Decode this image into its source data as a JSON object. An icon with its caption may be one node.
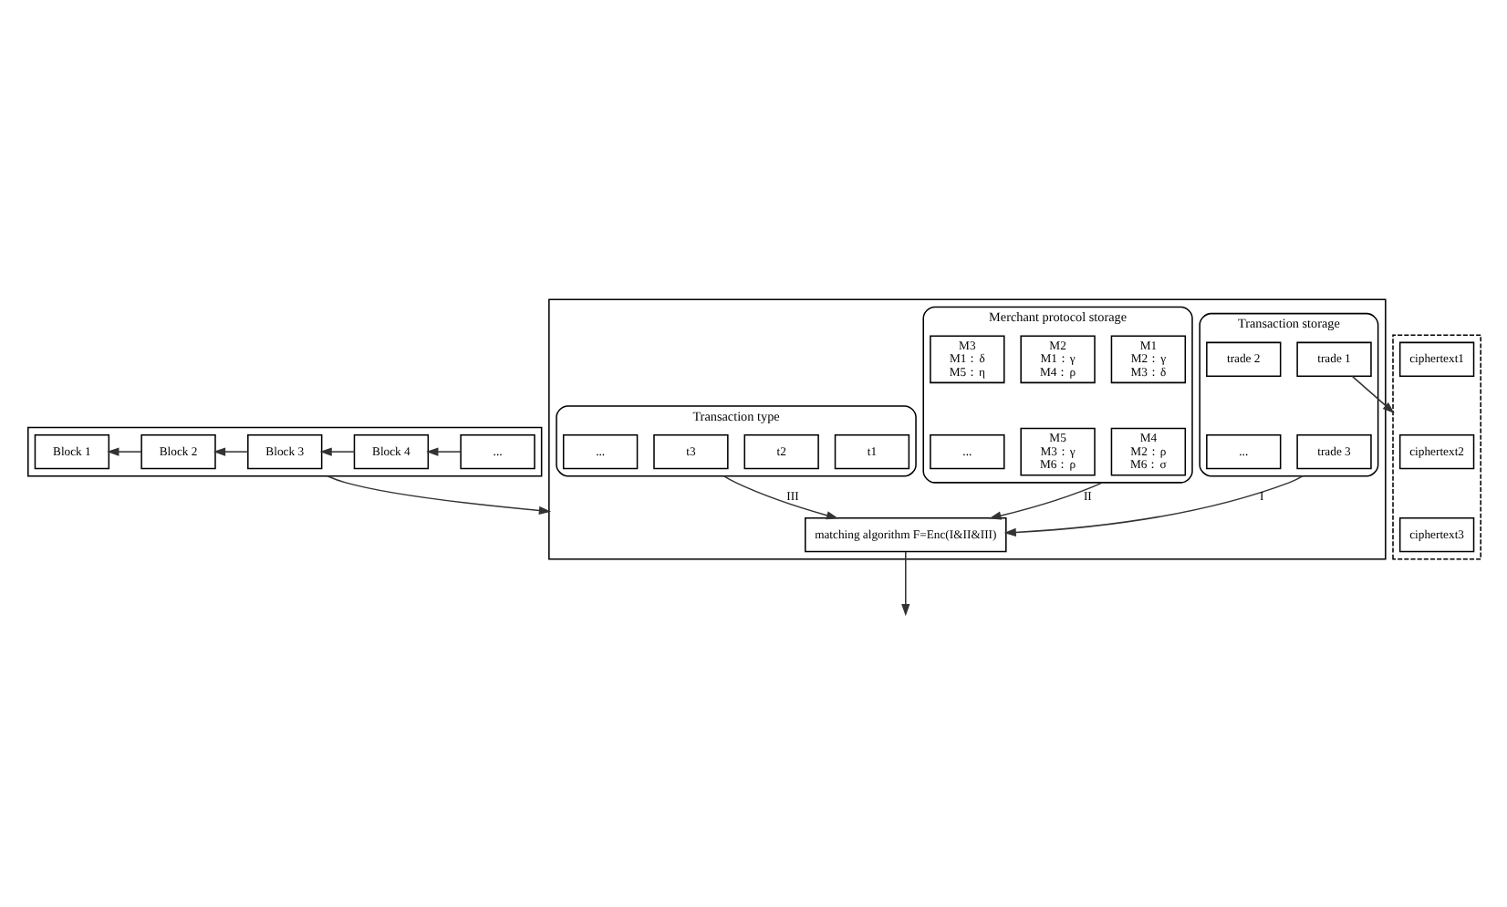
{
  "diagram": {
    "nodes": [
      {
        "text": [],
        "shape": "box"
      },
      {
        "text": [
          "Block 1"
        ],
        "in": 0
      },
      {
        "text": [
          "Block 2"
        ],
        "in": 0
      },
      {
        "text": [
          "Block 3"
        ],
        "in": 0
      },
      {
        "text": [
          "Block 4"
        ],
        "in": 0
      },
      {
        "text": [
          "..."
        ],
        "in": 0
      },
      {
        "text": [],
        "shape": "box"
      },
      {
        "text": [
          "ciphertext1"
        ],
        "in": 6
      },
      {
        "text": [
          "ciphertext2"
        ],
        "in": 6
      },
      {
        "text": [
          "ciphertext3"
        ],
        "in": 6
      },
      {
        "text": [],
        "shape": "box"
      },
      {
        "text": [
          "Transaction storage"
        ],
        "in": 10
      },
      {
        "text": [
          "trade 1"
        ],
        "in": 11
      },
      {
        "text": [
          "trade 2"
        ],
        "in": 11
      },
      {
        "text": [
          "trade 3"
        ],
        "in": 11
      },
      {
        "text": [
          "..."
        ],
        "in": 11
      },
      {
        "text": [
          "Merchant protocol storage"
        ],
        "in": 10
      },
      {
        "text": [
          "M1",
          "M2：γ",
          "M3：δ"
        ],
        "in": 16
      },
      {
        "text": [
          "M2",
          "M1：γ",
          "M4：ρ"
        ],
        "in": 16
      },
      {
        "text": [
          "M3",
          "M1：δ",
          "M5：η"
        ],
        "in": 16
      },
      {
        "text": [
          "M4",
          "M2：ρ",
          "M6：σ"
        ],
        "in": 16
      },
      {
        "text": [
          "M5",
          "M3：γ",
          "M6：ρ"
        ],
        "in": 16
      },
      {
        "text": [
          "..."
        ],
        "in": 16
      },
      {
        "text": [
          "matching algorithm F=Enc(I&II&III)"
        ],
        "in": 10
      },
      {
        "text": [
          "Transaction type"
        ],
        "in": 10
      },
      {
        "text": [
          "t1"
        ],
        "in": 24
      },
      {
        "text": [
          "t2"
        ],
        "in": 24
      },
      {
        "text": [
          "t3"
        ],
        "in": 24
      },
      {
        "text": [
          "..."
        ],
        "in": 24
      }
    ],
    "edges": [
      {
        "from": 2,
        "to": 1,
        "arrow": "to"
      },
      {
        "from": 3,
        "to": 2,
        "arrow": "to"
      },
      {
        "from": 4,
        "to": 3,
        "arrow": "to"
      },
      {
        "from": 5,
        "to": 4,
        "arrow": "to"
      },
      {
        "from": 0,
        "to": 10,
        "arrow": "to"
      },
      {
        "from": 12,
        "to": 6,
        "arrow": "to"
      },
      {
        "from": 11,
        "to": 23,
        "arrow": "to",
        "label": "I"
      },
      {
        "from": 16,
        "to": 23,
        "arrow": "to",
        "label": "II"
      },
      {
        "from": 24,
        "to": 23,
        "arrow": "to",
        "label": "III"
      },
      {
        "from": 23,
        "to": null,
        "arrow": "to"
      }
    ]
  }
}
